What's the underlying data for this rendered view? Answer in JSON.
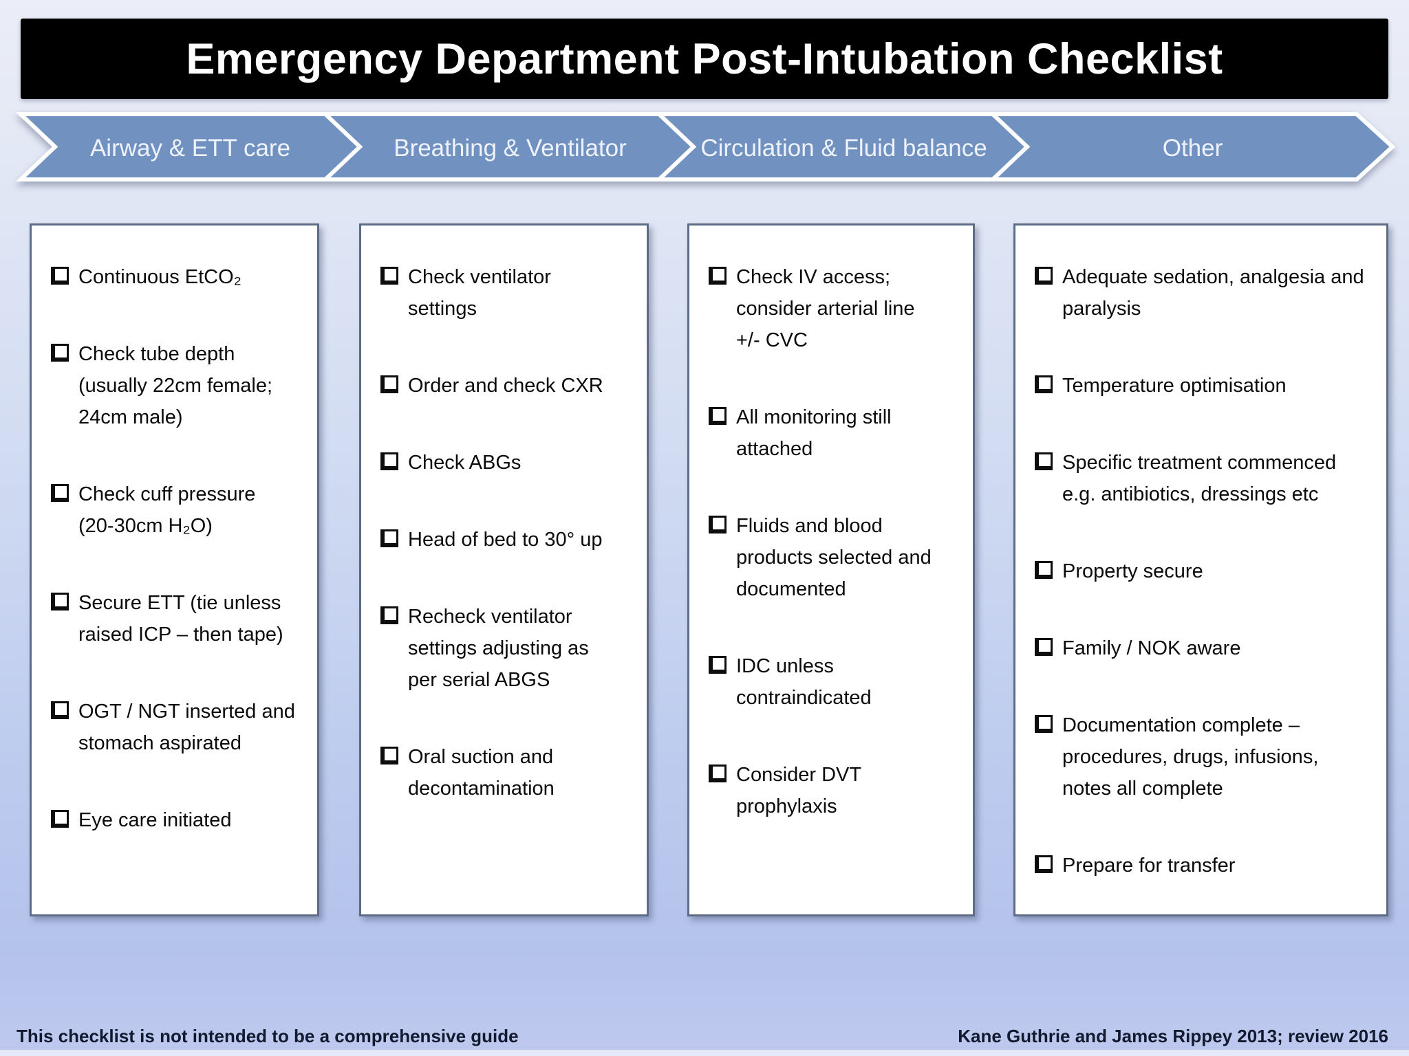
{
  "title": "Emergency Department Post-Intubation Checklist",
  "stages": [
    {
      "label": "Airway & ETT care"
    },
    {
      "label": "Breathing & Ventilator"
    },
    {
      "label": "Circulation & Fluid balance"
    },
    {
      "label": "Other"
    }
  ],
  "columns": [
    {
      "stage": "Airway & ETT care",
      "items": [
        "Continuous EtCO₂",
        "Check tube depth\n(usually 22cm female;\n24cm male)",
        "Check cuff pressure\n(20-30cm H₂O)",
        "Secure ETT (tie unless\nraised ICP – then tape)",
        "OGT / NGT inserted and\nstomach aspirated",
        "Eye care initiated"
      ]
    },
    {
      "stage": "Breathing & Ventilator",
      "items": [
        "Check ventilator\nsettings",
        "Order and check CXR",
        "Check ABGs",
        "Head of bed to 30° up",
        "Recheck ventilator\nsettings adjusting as\nper serial ABGS",
        "Oral suction and\ndecontamination"
      ]
    },
    {
      "stage": "Circulation & Fluid balance",
      "items": [
        "Check IV access;\nconsider arterial line\n+/- CVC",
        "All monitoring still\nattached",
        "Fluids and blood\nproducts selected and\ndocumented",
        "IDC unless\ncontraindicated",
        "Consider DVT\nprophylaxis"
      ]
    },
    {
      "stage": "Other",
      "items": [
        "Adequate sedation, analgesia and\nparalysis",
        "Temperature optimisation",
        "Specific treatment commenced\ne.g. antibiotics, dressings etc",
        "Property secure",
        "Family / NOK aware",
        "Documentation complete –\nprocedures, drugs, infusions,\nnotes all complete",
        "Prepare for transfer"
      ]
    }
  ],
  "footer": {
    "left": "This checklist is not intended to be a comprehensive guide",
    "right": "Kane Guthrie and James Rippey 2013; review 2016"
  },
  "colors": {
    "title_bg": "#000000",
    "title_text": "#ffffff",
    "arrow_fill": "#7191c1",
    "arrow_outline": "#ffffff",
    "arrow_text": "#eef3fb",
    "box_border": "#5d6b86",
    "item_text": "#0a0a0a",
    "footer_text": "#111a2e",
    "background_top": "#ebedf7",
    "background_bottom": "#b4c3ec"
  }
}
